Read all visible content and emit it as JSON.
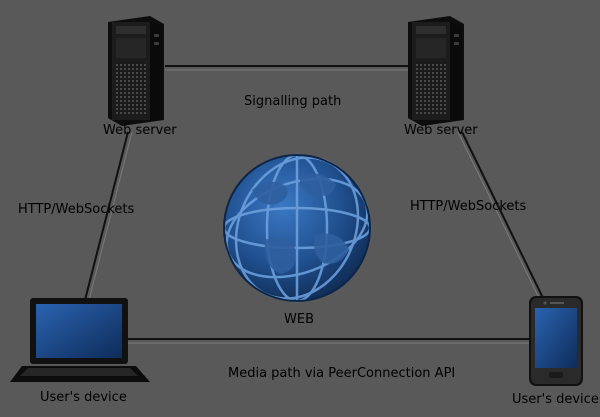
{
  "nodes": {
    "server_left_label": "Web server",
    "server_right_label": "Web server",
    "web_label": "WEB",
    "laptop_label": "User's device",
    "phone_label": "User's device"
  },
  "links": {
    "signalling": "Signalling path",
    "http_left": "HTTP/WebSockets",
    "http_right": "HTTP/WebSockets",
    "media": "Media path via PeerConnection API"
  },
  "colors": {
    "background": "#595959",
    "server_body": "#161616",
    "globe_blue": "#1f4e8c",
    "screen_blue": "#1c4a8a",
    "line": "#111111"
  },
  "icons": [
    "server-icon",
    "globe-icon",
    "laptop-icon",
    "smartphone-icon"
  ]
}
